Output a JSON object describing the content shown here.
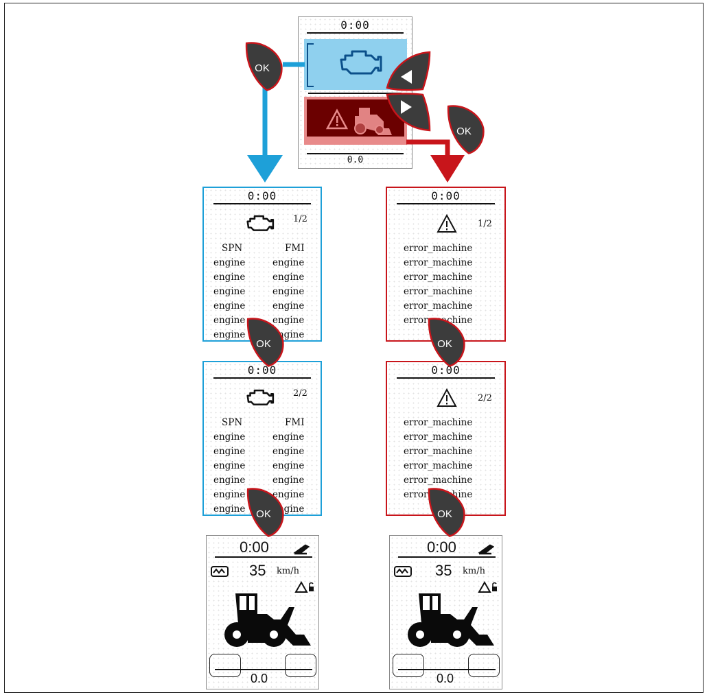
{
  "colors": {
    "accent_blue": "#1ea0d8",
    "accent_red": "#c8151b",
    "dark_red": "#6b0000",
    "light_blue": "#8fd0ee",
    "button": "#3c3c3c"
  },
  "top_screen": {
    "time": "0:00",
    "footer": "0.0",
    "engine_icon": "engine-icon",
    "warning_icon": "warning-machine-icon"
  },
  "buttons": {
    "ok_label": "OK",
    "left_icon": "arrow-left-icon",
    "right_icon": "arrow-right-icon"
  },
  "engine_pages": [
    {
      "time": "0:00",
      "page": "1/2",
      "col1": "SPN",
      "col2": "FMI",
      "rows": [
        [
          "engine",
          "engine"
        ],
        [
          "engine",
          "engine"
        ],
        [
          "engine",
          "engine"
        ],
        [
          "engine",
          "engine"
        ],
        [
          "engine",
          "engine"
        ],
        [
          "engine",
          "engine"
        ]
      ]
    },
    {
      "time": "0:00",
      "page": "2/2",
      "col1": "SPN",
      "col2": "FMI",
      "rows": [
        [
          "engine",
          "engine"
        ],
        [
          "engine",
          "engine"
        ],
        [
          "engine",
          "engine"
        ],
        [
          "engine",
          "engine"
        ],
        [
          "engine",
          "engine"
        ],
        [
          "engine",
          "engine"
        ]
      ]
    }
  ],
  "machine_pages": [
    {
      "time": "0:00",
      "page": "1/2",
      "rows": [
        "error_machine",
        "error_machine",
        "error_machine",
        "error_machine",
        "error_machine",
        "error_machine"
      ]
    },
    {
      "time": "0:00",
      "page": "2/2",
      "rows": [
        "error_machine",
        "error_machine",
        "error_machine",
        "error_machine",
        "error_machine",
        "error_machine"
      ]
    }
  ],
  "home_screen": {
    "time": "0:00",
    "speed": "35",
    "unit": "km/h",
    "footer": "0.0"
  }
}
